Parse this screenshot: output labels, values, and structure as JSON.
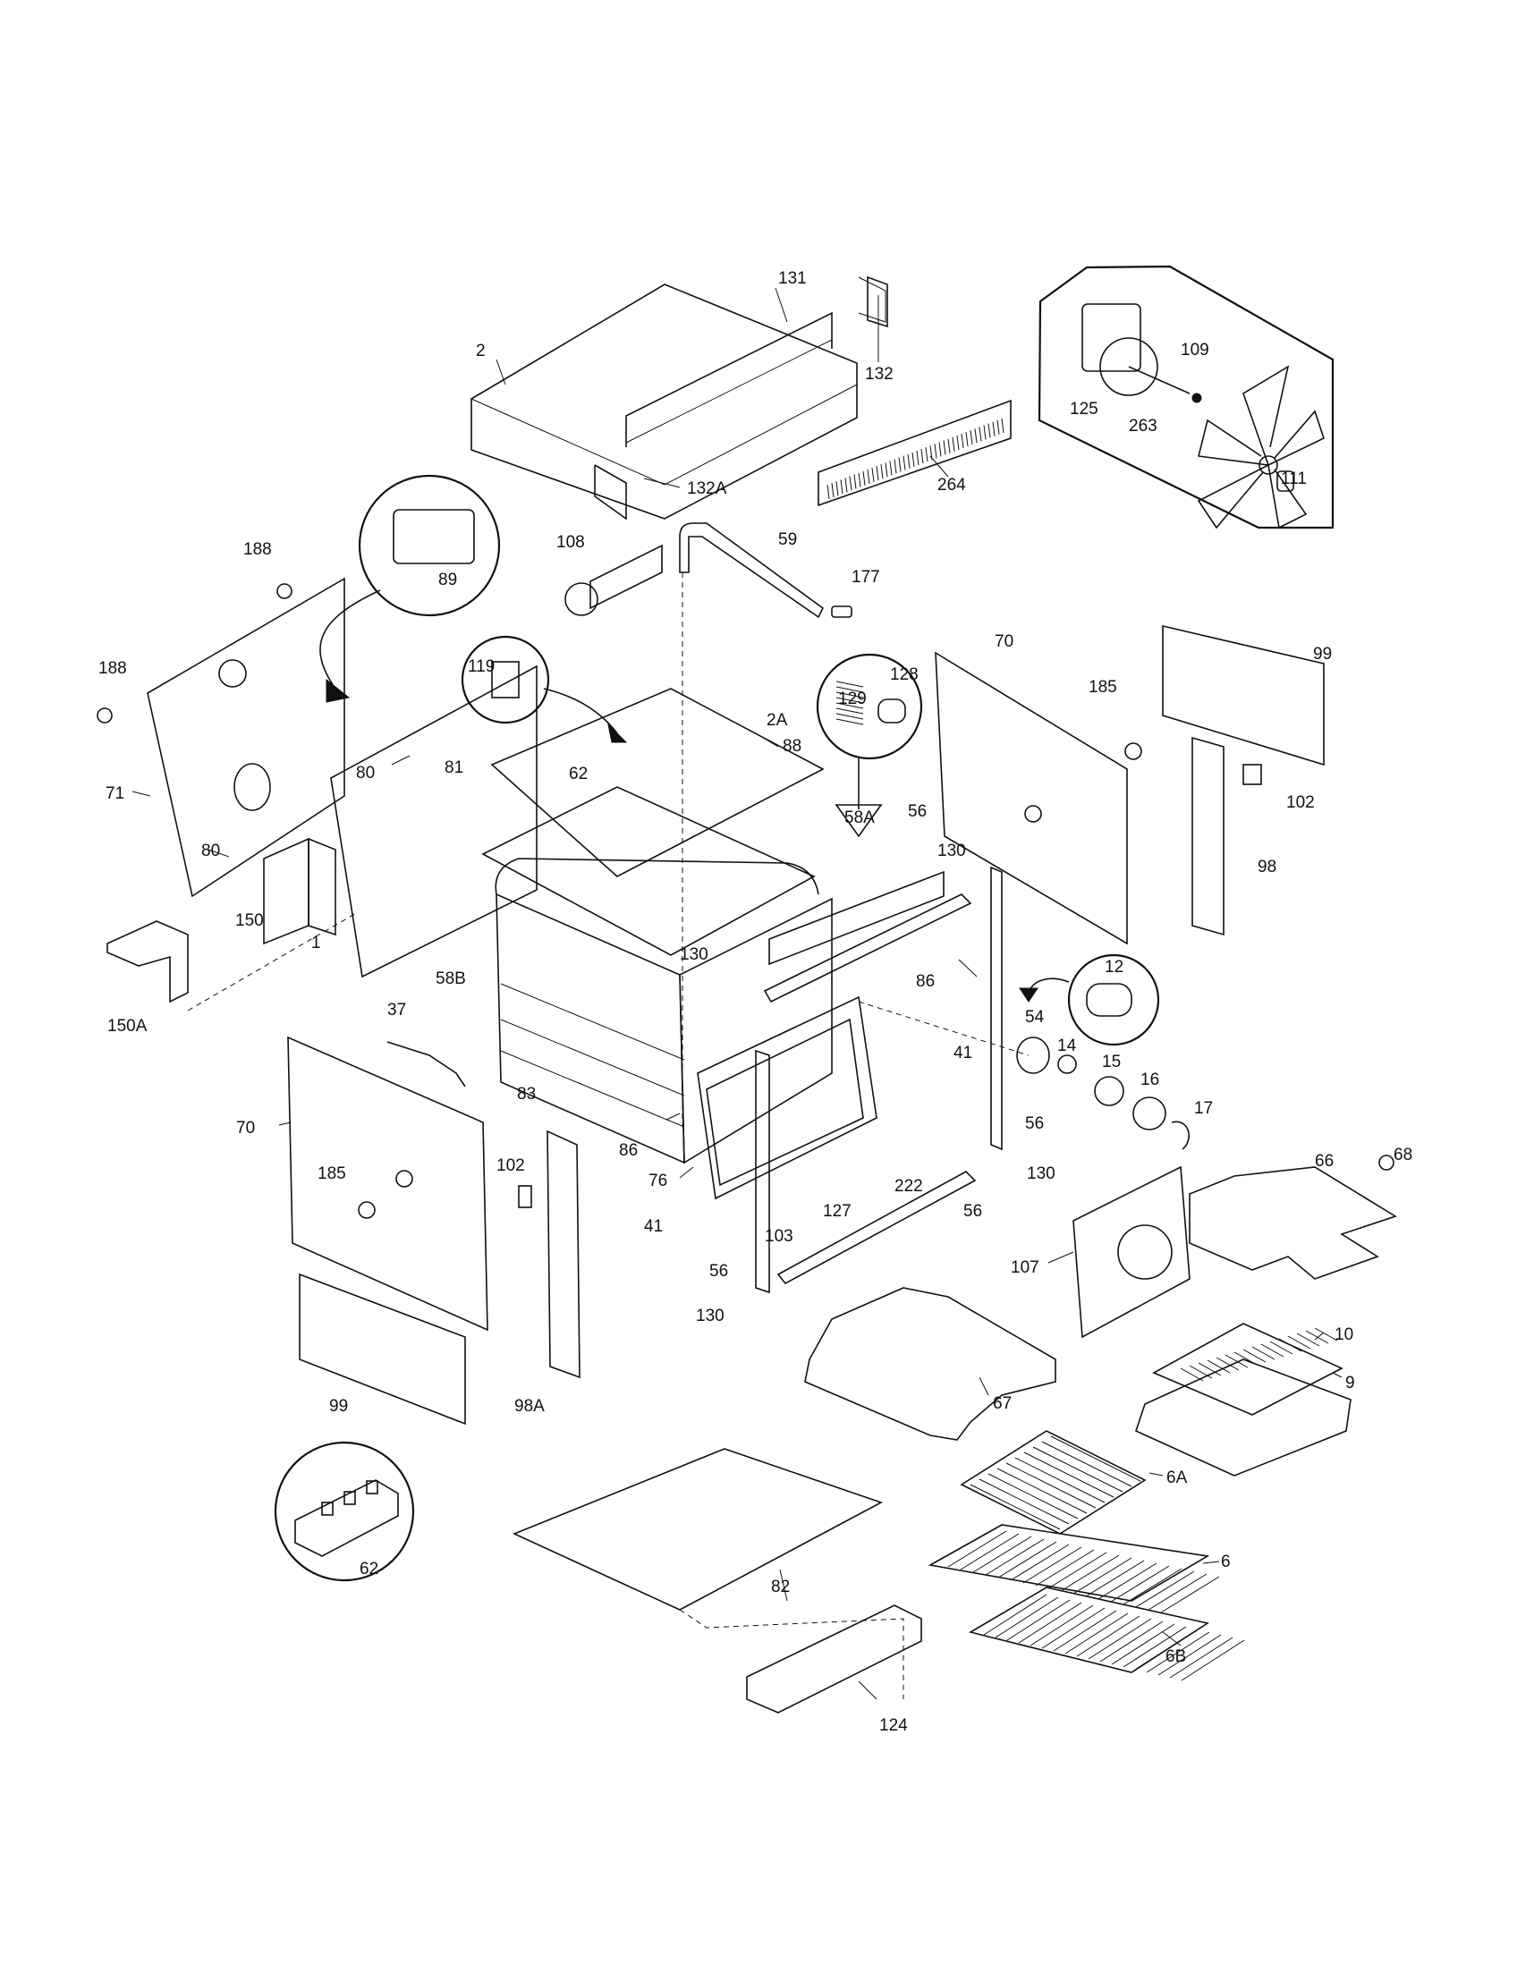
{
  "labels": {
    "l131": "131",
    "l132": "132",
    "l2": "2",
    "l132A": "132A",
    "l264": "264",
    "l125": "125",
    "l109": "109",
    "l263": "263",
    "l111": "111",
    "l188a": "188",
    "l188b": "188",
    "l89": "89",
    "l108": "108",
    "l59": "59",
    "l177": "177",
    "l119": "119",
    "l128": "128",
    "l129": "129",
    "l70a": "70",
    "l99a": "99",
    "l185a": "185",
    "l80a": "80",
    "l80b": "80",
    "l71": "71",
    "l2A": "2A",
    "l88": "88",
    "l62a": "62",
    "l81": "81",
    "l58A": "58A",
    "l102a": "102",
    "l56a": "56",
    "l130a": "130",
    "l98": "98",
    "l150": "150",
    "l1": "1",
    "l58B": "58B",
    "l150A": "150A",
    "l130b": "130",
    "l86a": "86",
    "l12": "12",
    "l37": "37",
    "l41a": "41",
    "l54": "54",
    "l14": "14",
    "l15": "15",
    "l16": "16",
    "l83": "83",
    "l17": "17",
    "l70b": "70",
    "l56b": "56",
    "l86b": "86",
    "l130c": "130",
    "l76": "76",
    "l102b": "102",
    "l185b": "185",
    "l66": "66",
    "l68": "68",
    "l222": "222",
    "l41b": "41",
    "l103": "103",
    "l127": "127",
    "l56c": "56",
    "l107": "107",
    "l56d": "56",
    "l130d": "130",
    "l10": "10",
    "l9": "9",
    "l67": "67",
    "l99b": "99",
    "l98A": "98A",
    "l6A": "6A",
    "l6": "6",
    "l62b": "62",
    "l82": "82",
    "l6B": "6B",
    "l124": "124"
  }
}
